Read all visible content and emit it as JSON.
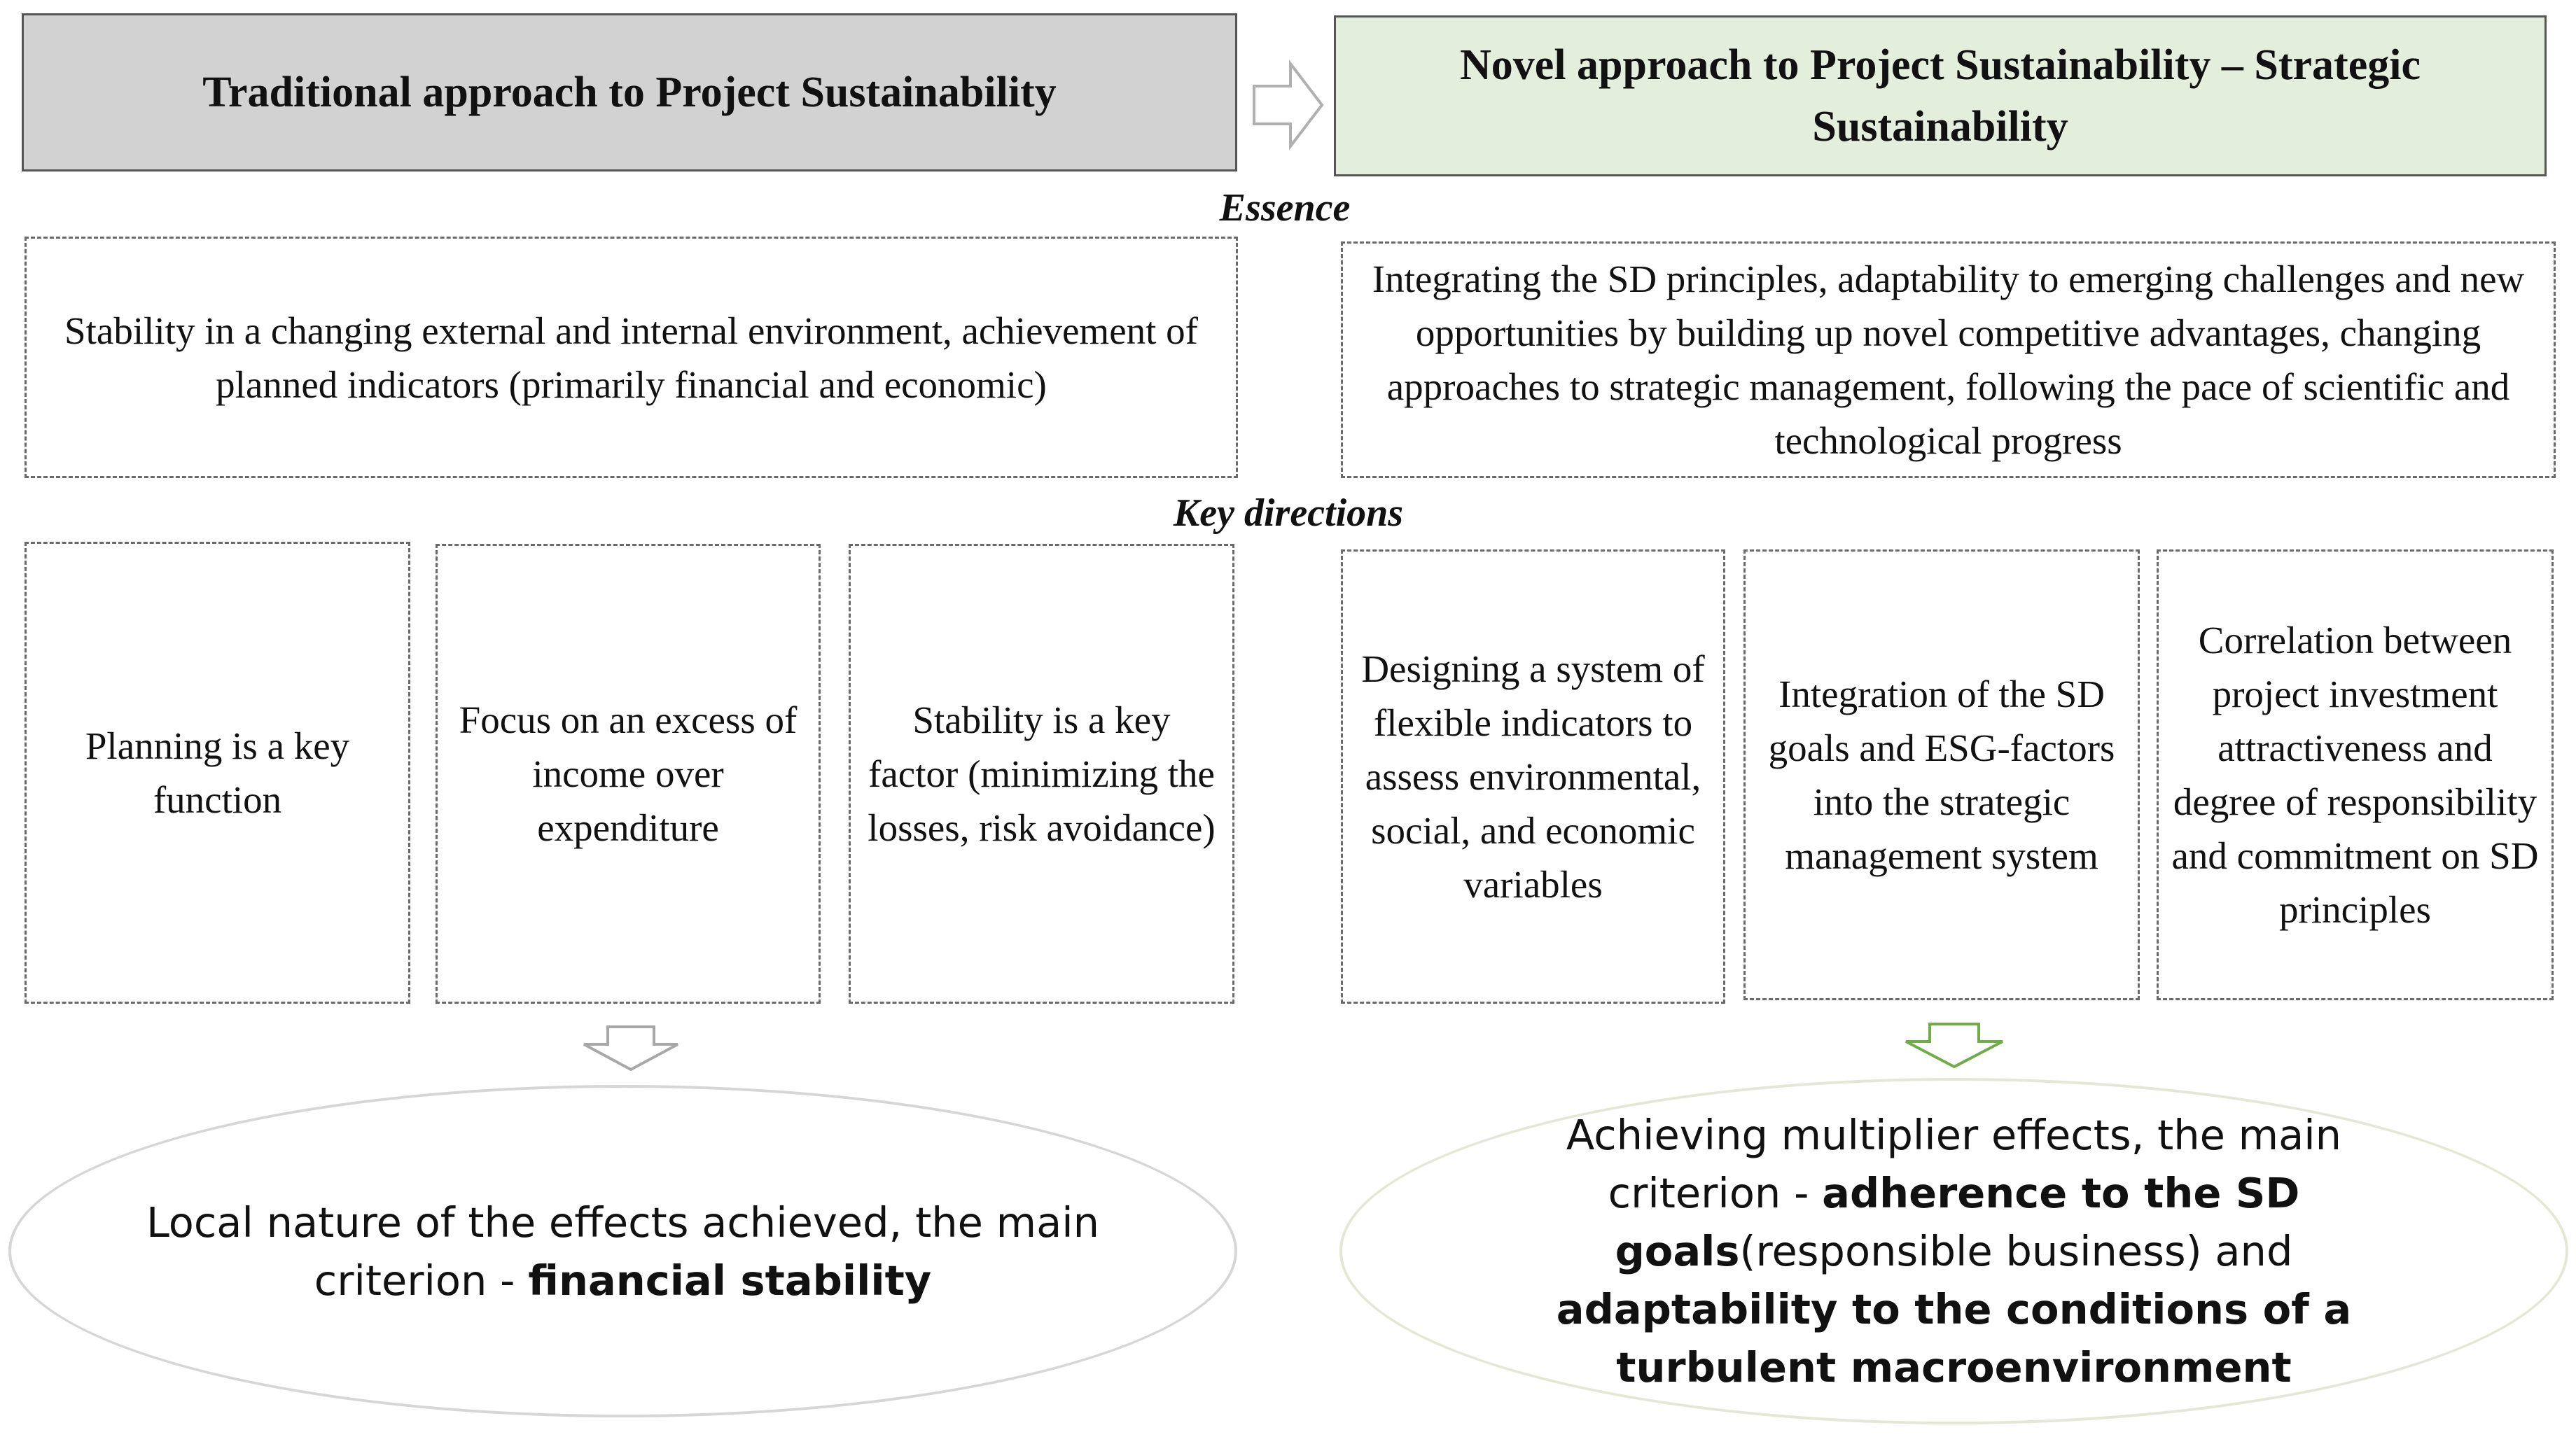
{
  "traditional": {
    "title": "Traditional approach to Project Sustainability",
    "essence": "Stability in a changing external and internal environment, achievement of planned indicators (primarily financial and economic)",
    "directions": [
      "Planning is a key function",
      "Focus on an excess of income over expenditure",
      "Stability is a key factor (minimizing the losses, risk avoidance)"
    ],
    "result": {
      "text": "Local nature of the effects achieved, the main criterion - ",
      "bold": "financial stability"
    }
  },
  "novel": {
    "title": "Novel approach to Project Sustainability – Strategic Sustainability",
    "essence": "Integrating the SD principles, adaptability to emerging challenges and new opportunities by building up novel competitive advantages, changing approaches to strategic management, following the pace of scientific and technological progress",
    "directions": [
      "Designing a system of flexible indicators to assess environmental, social, and economic variables",
      "Integration of the SD goals and ESG-factors into the strategic management system",
      "Correlation between project investment attractiveness and degree of responsibility and commitment on SD principles"
    ],
    "result": {
      "text1": "Achieving multiplier effects, the main criterion - ",
      "bold1": "adherence to the SD goals",
      "text2": "(responsible business) and ",
      "bold2": "adaptability to the conditions of a turbulent macroenvironment"
    }
  },
  "labels": {
    "essence": "Essence",
    "key_directions": "Key directions"
  },
  "colors": {
    "traditional_header": "#d2d2d2",
    "novel_header": "#e3eedc",
    "novel_arrow": "#70ad47",
    "traditional_arrow": "#9e9e9e"
  }
}
